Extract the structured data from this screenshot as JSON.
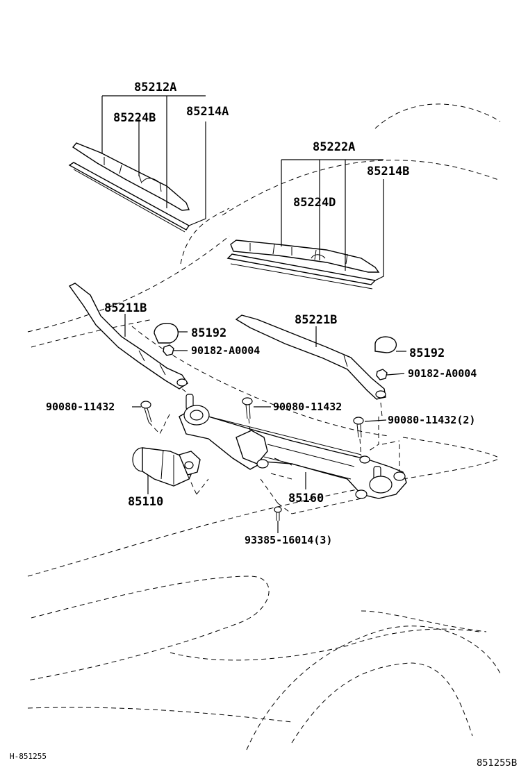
{
  "labels": {
    "blade_assy_driver": "85212A",
    "blade_frame_driver": "85224B",
    "blade_rubber_driver": "85214A",
    "blade_assy_passenger": "85222A",
    "blade_rubber_passenger": "85214B",
    "blade_frame_passenger": "85224D",
    "arm_driver": "85211B",
    "arm_passenger": "85221B",
    "cap_driver": "85192",
    "nut_driver": "90182-A0004",
    "cap_passenger": "85192",
    "nut_passenger": "90182-A0004",
    "bolt_left": "90080-11432",
    "bolt_center": "90080-11432",
    "bolt_right": "90080-11432(2)",
    "motor": "85110",
    "link_assy": "85160",
    "screw": "93385-16014(3)"
  },
  "footer": {
    "left_code": "H-851255",
    "right_code": "851255B"
  }
}
